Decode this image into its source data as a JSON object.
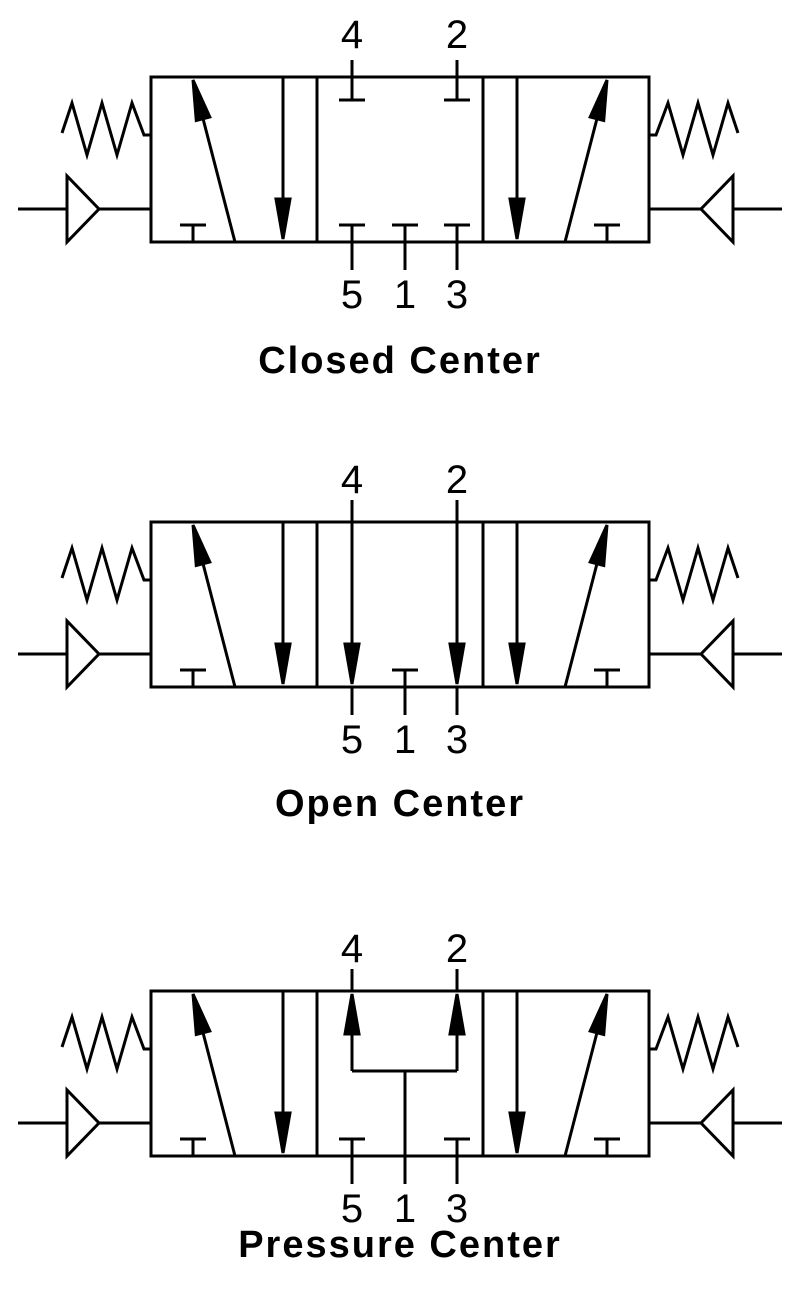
{
  "diagram": {
    "stroke_color": "#000000",
    "background": "#ffffff",
    "valves": [
      {
        "center": "closed",
        "title": "Closed Center",
        "ports_top": [
          "4",
          "2"
        ],
        "ports_bottom": [
          "5",
          "1",
          "3"
        ]
      },
      {
        "center": "open",
        "title": "Open Center",
        "ports_top": [
          "4",
          "2"
        ],
        "ports_bottom": [
          "5",
          "1",
          "3"
        ]
      },
      {
        "center": "pressure",
        "title": "Pressure Center",
        "ports_top": [
          "4",
          "2"
        ],
        "ports_bottom": [
          "5",
          "1",
          "3"
        ]
      }
    ]
  }
}
